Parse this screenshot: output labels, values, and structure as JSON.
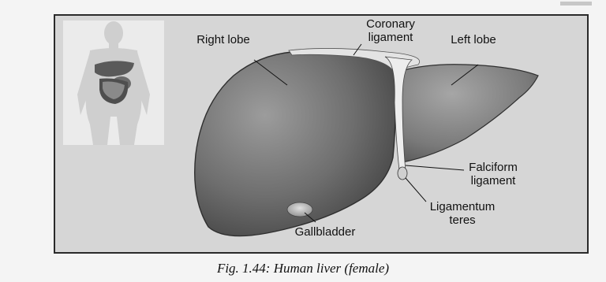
{
  "labels": {
    "right_lobe": "Right lobe",
    "left_lobe": "Left lobe",
    "coronary_ligament": "Coronary ligament",
    "falciform_ligament": "Falciform ligament",
    "ligamentum_teres": "Ligamentum teres",
    "gallbladder": "Gallbladder"
  },
  "caption": "Fig. 1.44: Human liver (female)"
}
